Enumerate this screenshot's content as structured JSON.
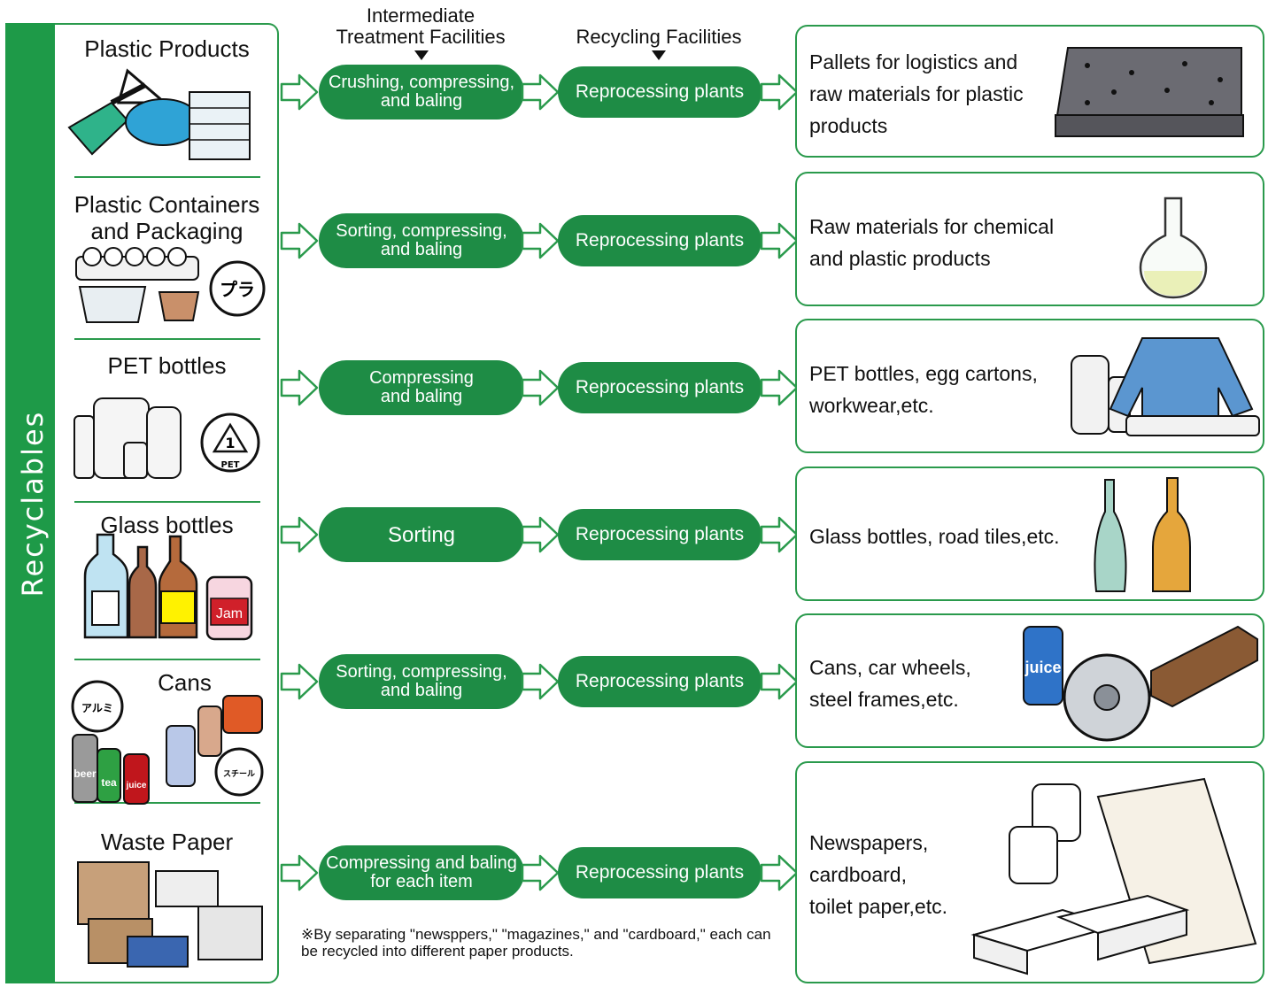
{
  "side_label": "Recyclables",
  "headers": {
    "intermediate": "Intermediate\nTreatment Facilities",
    "recycling": "Recycling Facilities"
  },
  "rows": [
    {
      "category": "Plastic Products",
      "process": "Crushing, compressing,\nand baling",
      "facility": "Reprocessing plants",
      "outcome": "Pallets for logistics and\nraw materials for plastic\nproducts"
    },
    {
      "category": "Plastic Containers\nand Packaging",
      "process": "Sorting, compressing,\nand baling",
      "facility": "Reprocessing plants",
      "outcome": "Raw materials for chemical\nand plastic products",
      "mark_text": "プラ"
    },
    {
      "category": "PET bottles",
      "process": "Compressing\nand baling",
      "facility": "Reprocessing plants",
      "outcome": "PET bottles, egg cartons,\nworkwear,etc.",
      "mark_number": "1",
      "mark_text": "PET"
    },
    {
      "category": "Glass bottles",
      "process": "Sorting",
      "facility": "Reprocessing plants",
      "outcome": "Glass bottles, road tiles,etc.",
      "jar_label": "Jam"
    },
    {
      "category": "Cans",
      "process": "Sorting, compressing,\nand baling",
      "facility": "Reprocessing plants",
      "outcome": "Cans, car wheels,\n steel frames,etc.",
      "can_labels": [
        "beer",
        "tea",
        "juice"
      ],
      "mark_alu": "アルミ",
      "mark_steel": "スチール",
      "outcome_can_label": "juice"
    },
    {
      "category": "Waste Paper",
      "process": "Compressing and baling\nfor each item",
      "facility": "Reprocessing plants",
      "outcome": "Newspapers,\ncardboard,\ntoilet paper,etc."
    }
  ],
  "note": "※By separating \"newsppers,\" \"magazines,\" and \"cardboard,\" each can be recycled into different paper products.",
  "colors": {
    "green_dark": "#1e8c45",
    "green_band": "#1e9a48",
    "green_line": "#2a9a4c"
  }
}
